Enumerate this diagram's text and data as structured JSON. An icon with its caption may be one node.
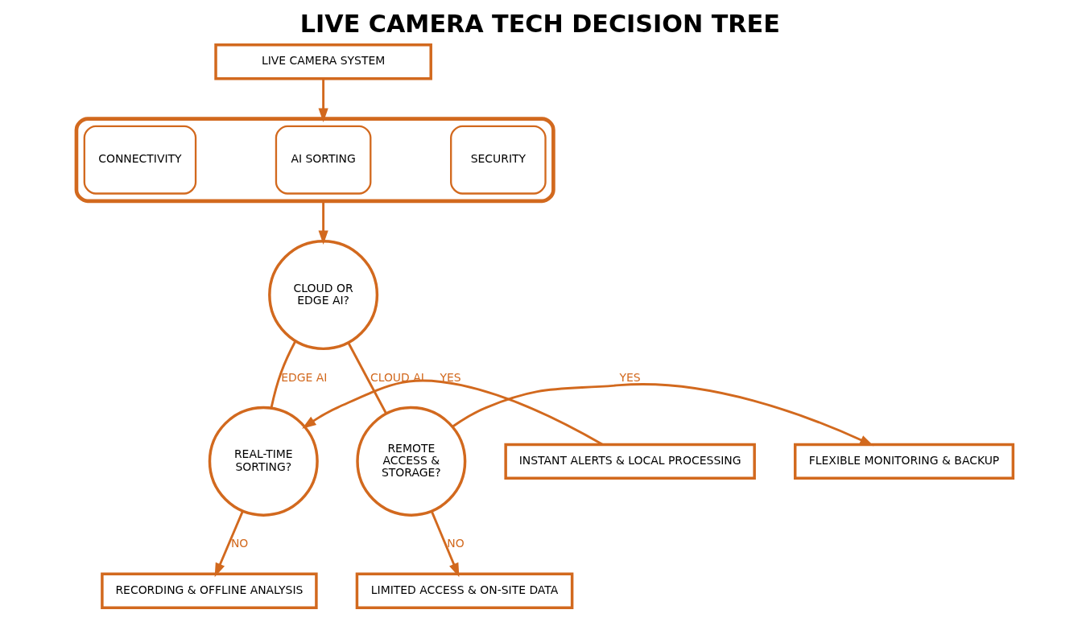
{
  "diagram": {
    "title": "LIVE CAMERA TECH DECISION TREE",
    "nodes": [
      {
        "text": [
          "LIVE CAMERA SYSTEM"
        ]
      },
      {
        "text": [],
        "shape": "box"
      },
      {
        "text": [
          "CONNECTIVITY"
        ],
        "in": 1
      },
      {
        "text": [
          "AI SORTING"
        ],
        "in": 1
      },
      {
        "text": [
          "SECURITY"
        ],
        "in": 1
      },
      {
        "text": [
          "CLOUD OR EDGE AI?"
        ]
      },
      {
        "text": [
          "REAL-TIME SORTING?"
        ]
      },
      {
        "text": [
          "REMOTE ACCESS & STORAGE?"
        ]
      },
      {
        "text": [
          "INSTANT ALERTS & LOCAL PROCESSING"
        ]
      },
      {
        "text": [
          "RECORDING & OFFLINE ANALYSIS"
        ]
      },
      {
        "text": [
          "FLEXIBLE MONITORING & BACKUP"
        ]
      },
      {
        "text": [
          "LIMITED ACCESS & ON-SITE DATA"
        ]
      }
    ],
    "edges": [
      {
        "from": 0,
        "to": 1,
        "arrow": "to"
      },
      {
        "from": 1,
        "to": 5,
        "arrow": "to"
      },
      {
        "from": 5,
        "to": 6,
        "arrow": "none",
        "label": "EDGE AI"
      },
      {
        "from": 5,
        "to": 7,
        "arrow": "none",
        "label": "CLOUD AI"
      },
      {
        "from": 8,
        "to": 6,
        "arrow": "to",
        "label": "YES"
      },
      {
        "from": 6,
        "to": 9,
        "arrow": "to",
        "label": "NO"
      },
      {
        "from": 7,
        "to": 10,
        "arrow": "to",
        "label": "YES"
      },
      {
        "from": 7,
        "to": 11,
        "arrow": "to",
        "label": "NO"
      }
    ]
  }
}
